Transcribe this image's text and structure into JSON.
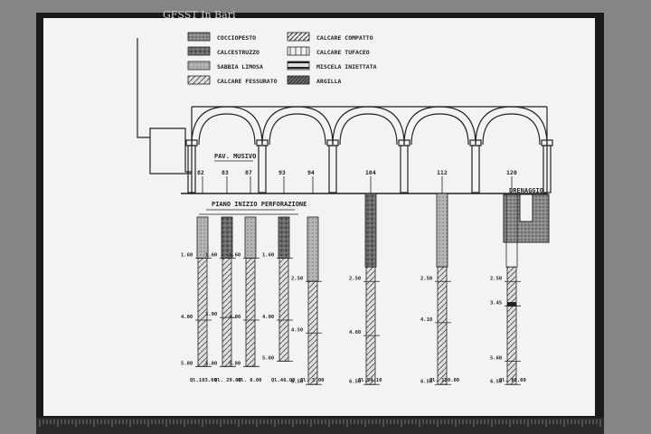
{
  "header_stamp": "GFSST  In Bari",
  "legend": [
    {
      "name": "COCCIOPESTO",
      "pattern": "p-coccio"
    },
    {
      "name": "CALCESTRUZZO",
      "pattern": "p-calce"
    },
    {
      "name": "SABBIA LIMOSA",
      "pattern": "p-sabbia"
    },
    {
      "name": "CALCARE FESSURATO",
      "pattern": "p-fess"
    },
    {
      "name": "CALCARE COMPATTO",
      "pattern": "p-compatto"
    },
    {
      "name": "CALCARE TUFACEO",
      "pattern": "p-tufaceo"
    },
    {
      "name": "MISCELA INIETTATA",
      "pattern": "p-miscela"
    },
    {
      "name": "ARGILLA",
      "pattern": "p-argilla"
    }
  ],
  "labels": {
    "pav_musivo": "PAV. MUSIVO",
    "piano": "PIANO INIZIO PERFORAZIONE",
    "drenaggio": "DRENAGGIO"
  },
  "boreholes": [
    {
      "num": "82",
      "depths": [
        "1.60",
        "4.00",
        "5.80"
      ],
      "quota": "Ql.103.00"
    },
    {
      "num": "83",
      "depths": [
        "1.60",
        "3.90",
        "5.80"
      ],
      "quota": "Ql. 29.00"
    },
    {
      "num": "87",
      "depths": [
        "1.60",
        "4.00",
        "5.80"
      ],
      "quota": "Ql. 8.00"
    },
    {
      "num": "93",
      "depths": [
        "1.60",
        "4.00",
        "5.60"
      ],
      "quota": "Ql.46.00"
    },
    {
      "num": "94",
      "depths": [
        "2.50",
        "4.50",
        "6.50"
      ],
      "quota": "Ql. 5.00"
    },
    {
      "num": "104",
      "depths": [
        "2.50",
        "4.60",
        "6.50"
      ],
      "quota": "Ql.54.10"
    },
    {
      "num": "112",
      "depths": [
        "2.50",
        "4.10",
        "6.50"
      ],
      "quota": "Ql. 120.00"
    },
    {
      "num": "120",
      "depths": [
        "2.50",
        "3.45",
        "5.60",
        "6.50"
      ],
      "quota": "Ql. 80.00"
    }
  ]
}
